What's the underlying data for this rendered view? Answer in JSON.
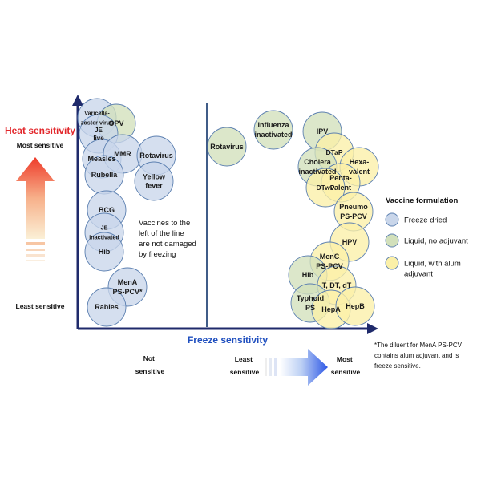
{
  "colors": {
    "freeze_dried": "#c9d6ea",
    "liquid_no_adjuvant": "#d2e0bb",
    "liquid_alum": "#fbf0a8",
    "circle_stroke": "#5b7fb0",
    "axis": "#1f2a6b",
    "heat_title": "#e2272b",
    "freeze_title": "#1f4fbf"
  },
  "heat_axis": {
    "title": "Heat sensitivity",
    "most": "Most sensitive",
    "least": "Least sensitive"
  },
  "freeze_axis": {
    "title": "Freeze sensitivity",
    "not_line1": "Not",
    "not_line2": "sensitive",
    "least_line1": "Least",
    "least_line2": "sensitive",
    "most_line1": "Most",
    "most_line2": "sensitive"
  },
  "note_line": [
    "Vaccines to the",
    "left of the line",
    "are not damaged",
    "by freezing"
  ],
  "legend": {
    "title": "Vaccine formulation",
    "items": [
      {
        "key": "freeze_dried",
        "lines": [
          "Freeze dried"
        ]
      },
      {
        "key": "liquid_no_adjuvant",
        "lines": [
          "Liquid, no adjuvant"
        ]
      },
      {
        "key": "liquid_alum",
        "lines": [
          "Liquid, with alum",
          "adjuvant"
        ]
      }
    ]
  },
  "footnote": [
    "*The diluent for MenA PS-PCV",
    "contains alum adjuvant and is",
    "freeze sensitive."
  ],
  "vaccines": [
    {
      "id": "varicella",
      "lines": [
        "Varicella-",
        "zoster virus"
      ],
      "type": "freeze_dried"
    },
    {
      "id": "opv",
      "lines": [
        "OPV"
      ],
      "type": "liquid_no_adjuvant"
    },
    {
      "id": "je-live",
      "lines": [
        "JE",
        "live"
      ],
      "type": "freeze_dried"
    },
    {
      "id": "measles",
      "lines": [
        "Measles"
      ],
      "type": "freeze_dried"
    },
    {
      "id": "mmr",
      "lines": [
        "MMR"
      ],
      "type": "freeze_dried"
    },
    {
      "id": "rubella",
      "lines": [
        "Rubella"
      ],
      "type": "freeze_dried"
    },
    {
      "id": "rotavirus-fd",
      "lines": [
        "Rotavirus"
      ],
      "type": "freeze_dried"
    },
    {
      "id": "yellow-fever",
      "lines": [
        "Yellow",
        "fever"
      ],
      "type": "freeze_dried"
    },
    {
      "id": "bcg",
      "lines": [
        "BCG"
      ],
      "type": "freeze_dried"
    },
    {
      "id": "je-inactivated",
      "lines": [
        "JE",
        "inactivated"
      ],
      "type": "freeze_dried"
    },
    {
      "id": "hib-fd",
      "lines": [
        "Hib"
      ],
      "type": "freeze_dried"
    },
    {
      "id": "mena",
      "lines": [
        "MenA",
        "PS-PCV*"
      ],
      "type": "freeze_dried"
    },
    {
      "id": "rabies",
      "lines": [
        "Rabies"
      ],
      "type": "freeze_dried"
    },
    {
      "id": "rotavirus-liq",
      "lines": [
        "Rotavirus"
      ],
      "type": "liquid_no_adjuvant"
    },
    {
      "id": "influenza",
      "lines": [
        "Influenza",
        "inactivated"
      ],
      "type": "liquid_no_adjuvant"
    },
    {
      "id": "ipv",
      "lines": [
        "IPV"
      ],
      "type": "liquid_no_adjuvant"
    },
    {
      "id": "dtap",
      "lines": [
        "DTaP"
      ],
      "type": "liquid_alum"
    },
    {
      "id": "cholera",
      "lines": [
        "Cholera",
        "inactivated"
      ],
      "type": "liquid_no_adjuvant"
    },
    {
      "id": "hexavalent",
      "lines": [
        "Hexa-",
        "valent"
      ],
      "type": "liquid_alum"
    },
    {
      "id": "pentavalent",
      "lines": [
        "Penta-",
        "valent"
      ],
      "type": "liquid_alum"
    },
    {
      "id": "dtwp",
      "lines": [
        "DTwP"
      ],
      "type": "liquid_alum"
    },
    {
      "id": "pneumo",
      "lines": [
        "Pneumo",
        "PS-PCV"
      ],
      "type": "liquid_alum"
    },
    {
      "id": "hpv",
      "lines": [
        "HPV"
      ],
      "type": "liquid_alum"
    },
    {
      "id": "menc",
      "lines": [
        "MenC",
        "PS-PCV"
      ],
      "type": "liquid_alum"
    },
    {
      "id": "hib-liq",
      "lines": [
        "Hib"
      ],
      "type": "liquid_no_adjuvant"
    },
    {
      "id": "t-dt",
      "lines": [
        "T, DT, dT"
      ],
      "type": "liquid_alum"
    },
    {
      "id": "typhoid",
      "lines": [
        "Typhoid",
        "PS"
      ],
      "type": "liquid_no_adjuvant"
    },
    {
      "id": "hepa",
      "lines": [
        "HepA"
      ],
      "type": "liquid_alum"
    },
    {
      "id": "hepb",
      "lines": [
        "HepB"
      ],
      "type": "liquid_alum"
    }
  ]
}
